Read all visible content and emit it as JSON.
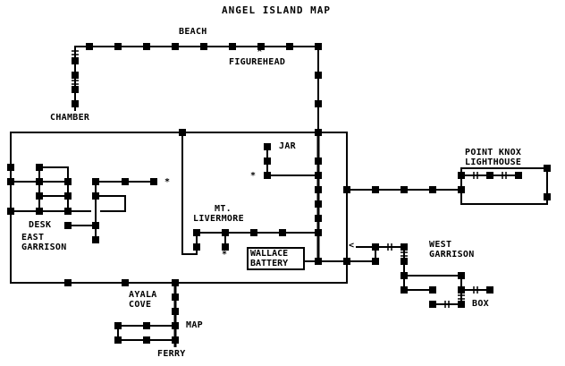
{
  "title": "ANGEL ISLAND MAP",
  "colors": {
    "ink": "#000000",
    "background": "#ffffff"
  },
  "labels": {
    "beach": "BEACH",
    "figurehead": "FIGUREHEAD",
    "chamber": "CHAMBER",
    "jar": "JAR",
    "point_knox": "POINT KNOX",
    "lighthouse": "LIGHTHOUSE",
    "desk": "DESK",
    "east": "EAST",
    "garrison_east": "GARRISON",
    "mt": "MT.",
    "livermore": "LIVERMORE",
    "wallace": "WALLACE",
    "battery": "BATTERY",
    "west": "WEST",
    "garrison_west": "GARRISON",
    "box": "BOX",
    "ayala": "AYALA",
    "cove": "COVE",
    "map": "MAP",
    "ferry": "FERRY"
  },
  "markers": {
    "star": "*",
    "caret": "^",
    "arrow": "<"
  }
}
